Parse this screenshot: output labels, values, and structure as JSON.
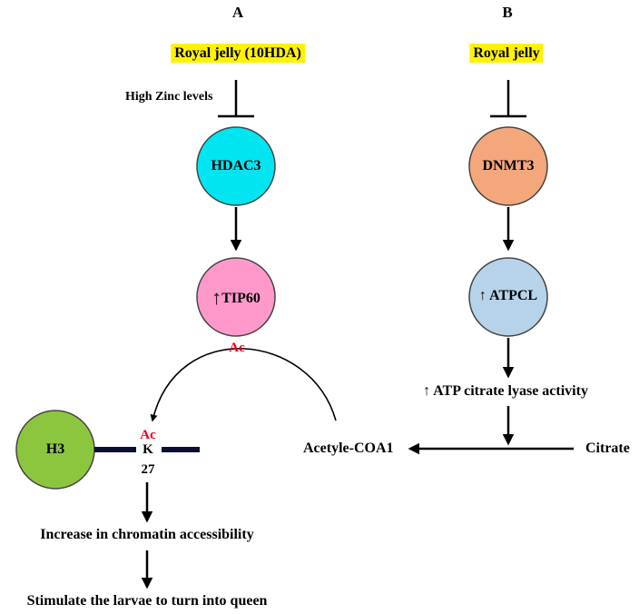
{
  "panels": {
    "a": {
      "label": "A",
      "trigger": "Royal jelly  (10HDA)",
      "inhibitor_note": "High Zinc levels",
      "node1": "HDAC3",
      "node2_arrow": "↑",
      "node2": "TIP60",
      "ac_top": "Ac",
      "histone": "H3",
      "ac_mark": "Ac",
      "residue_letter": "K",
      "residue_number": "27",
      "outcome1": "Increase in chromatin accessibility",
      "outcome2": "Stimulate the larvae to turn into queen"
    },
    "b": {
      "label": "B",
      "trigger": "Royal jelly",
      "node1": "DNMT3",
      "node2": "↑ ATPCL",
      "activity": "↑ ATP citrate lyase activity",
      "product": "Acetyle-COA1",
      "substrate": "Citrate"
    }
  },
  "colors": {
    "highlight": "#fff200",
    "hdac3": "#00e5f0",
    "tip60": "#ff99cc",
    "h3": "#8cc63f",
    "dnmt3": "#f4a77a",
    "atpcl": "#b7d3ea",
    "ac_red": "#e8001c"
  }
}
